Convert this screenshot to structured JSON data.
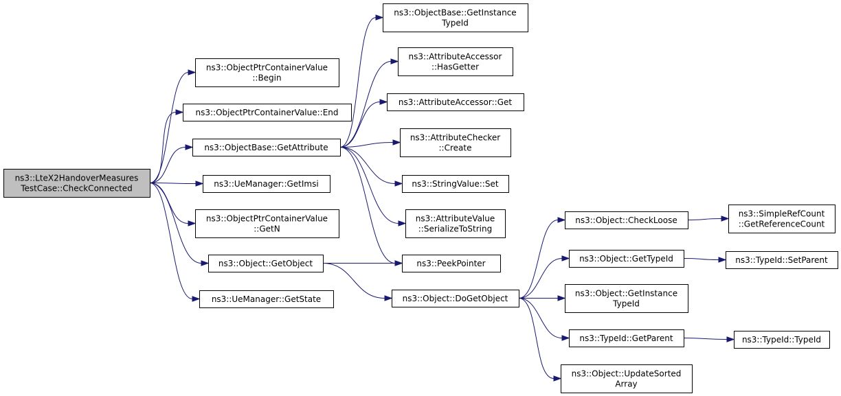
{
  "nodes": [
    {
      "id": "root",
      "lines": [
        "ns3::LteX2HandoverMeasures",
        "TestCase::CheckConnected"
      ],
      "root": true
    },
    {
      "id": "begin",
      "lines": [
        "ns3::ObjectPtrContainerValue",
        "::Begin"
      ]
    },
    {
      "id": "end",
      "lines": [
        "ns3::ObjectPtrContainerValue::End"
      ]
    },
    {
      "id": "getattribute",
      "lines": [
        "ns3::ObjectBase::GetAttribute"
      ]
    },
    {
      "id": "getimsi",
      "lines": [
        "ns3::UeManager::GetImsi"
      ]
    },
    {
      "id": "getn",
      "lines": [
        "ns3::ObjectPtrContainerValue",
        "::GetN"
      ]
    },
    {
      "id": "getobject",
      "lines": [
        "ns3::Object::GetObject"
      ]
    },
    {
      "id": "getstate",
      "lines": [
        "ns3::UeManager::GetState"
      ]
    },
    {
      "id": "getinstancetypeid_base",
      "lines": [
        "ns3::ObjectBase::GetInstance",
        "TypeId"
      ]
    },
    {
      "id": "hasgetter",
      "lines": [
        "ns3::AttributeAccessor",
        "::HasGetter"
      ]
    },
    {
      "id": "accessorget",
      "lines": [
        "ns3::AttributeAccessor::Get"
      ]
    },
    {
      "id": "checkercreate",
      "lines": [
        "ns3::AttributeChecker",
        "::Create"
      ]
    },
    {
      "id": "stringset",
      "lines": [
        "ns3::StringValue::Set"
      ]
    },
    {
      "id": "serialize",
      "lines": [
        "ns3::AttributeValue",
        "::SerializeToString"
      ]
    },
    {
      "id": "peekpointer",
      "lines": [
        "ns3::PeekPointer"
      ]
    },
    {
      "id": "dogetobject",
      "lines": [
        "ns3::Object::DoGetObject"
      ]
    },
    {
      "id": "checkloose",
      "lines": [
        "ns3::Object::CheckLoose"
      ]
    },
    {
      "id": "gettypeid",
      "lines": [
        "ns3::Object::GetTypeId"
      ]
    },
    {
      "id": "getinstancetypeid_obj",
      "lines": [
        "ns3::Object::GetInstance",
        "TypeId"
      ]
    },
    {
      "id": "getparent",
      "lines": [
        "ns3::TypeId::GetParent"
      ]
    },
    {
      "id": "updatesorted",
      "lines": [
        "ns3::Object::UpdateSorted",
        "Array"
      ]
    },
    {
      "id": "getrefcount",
      "lines": [
        "ns3::SimpleRefCount",
        "::GetReferenceCount"
      ]
    },
    {
      "id": "setparent",
      "lines": [
        "ns3::TypeId::SetParent"
      ]
    },
    {
      "id": "typeidctor",
      "lines": [
        "ns3::TypeId::TypeId"
      ]
    }
  ],
  "edges": [
    [
      "root",
      "begin"
    ],
    [
      "root",
      "end"
    ],
    [
      "root",
      "getattribute"
    ],
    [
      "root",
      "getimsi"
    ],
    [
      "root",
      "getn"
    ],
    [
      "root",
      "getobject"
    ],
    [
      "root",
      "getstate"
    ],
    [
      "getattribute",
      "getinstancetypeid_base"
    ],
    [
      "getattribute",
      "hasgetter"
    ],
    [
      "getattribute",
      "accessorget"
    ],
    [
      "getattribute",
      "checkercreate"
    ],
    [
      "getattribute",
      "stringset"
    ],
    [
      "getattribute",
      "serialize"
    ],
    [
      "getattribute",
      "peekpointer"
    ],
    [
      "getobject",
      "peekpointer"
    ],
    [
      "getobject",
      "dogetobject"
    ],
    [
      "dogetobject",
      "checkloose"
    ],
    [
      "dogetobject",
      "gettypeid"
    ],
    [
      "dogetobject",
      "getinstancetypeid_obj"
    ],
    [
      "dogetobject",
      "getparent"
    ],
    [
      "dogetobject",
      "updatesorted"
    ],
    [
      "checkloose",
      "getrefcount"
    ],
    [
      "gettypeid",
      "setparent"
    ],
    [
      "getparent",
      "typeidctor"
    ]
  ],
  "colors": {
    "edge": "#191970",
    "root_fill": "#bfbfbf",
    "node_fill": "#ffffff",
    "border": "#000000"
  }
}
